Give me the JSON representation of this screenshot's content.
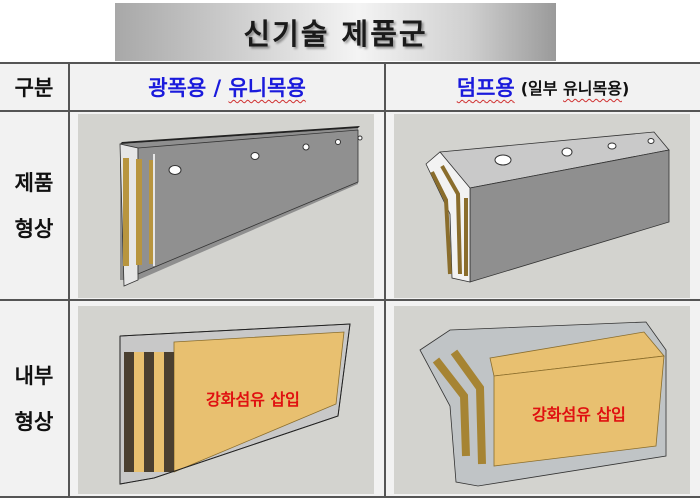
{
  "title": "신기술 제품군",
  "table": {
    "header": {
      "category_label": "구분",
      "columns": [
        {
          "title": "광폭용 / 유니목용",
          "title_part1": "광폭용 / ",
          "title_part2": "유니목용",
          "subtitle": ""
        },
        {
          "title": "덤프용",
          "subtitle": "(일부 유니목용)",
          "subtitle_part1": "(일부 ",
          "subtitle_part2": "유니목용",
          "subtitle_part3": ")"
        }
      ]
    },
    "rows": [
      {
        "label_line1": "제품",
        "label_line2": "형상",
        "cells": [
          {
            "image": "wide-unimog-product-shape"
          },
          {
            "image": "dump-product-shape"
          }
        ]
      },
      {
        "label_line1": "내부",
        "label_line2": "형상",
        "cells": [
          {
            "image": "wide-unimog-internal-shape",
            "overlay_text": "강화섬유 삽입"
          },
          {
            "image": "dump-internal-shape",
            "overlay_text": "강화섬유 삽입"
          }
        ]
      }
    ]
  },
  "colors": {
    "column_title": "#1a1adc",
    "overlay_text": "#e01010",
    "fiber": "#e8c070",
    "panel_gray": "#8f8f8f",
    "background_cell": "#f2f2f2",
    "image_bg": "#d3d3cf"
  }
}
